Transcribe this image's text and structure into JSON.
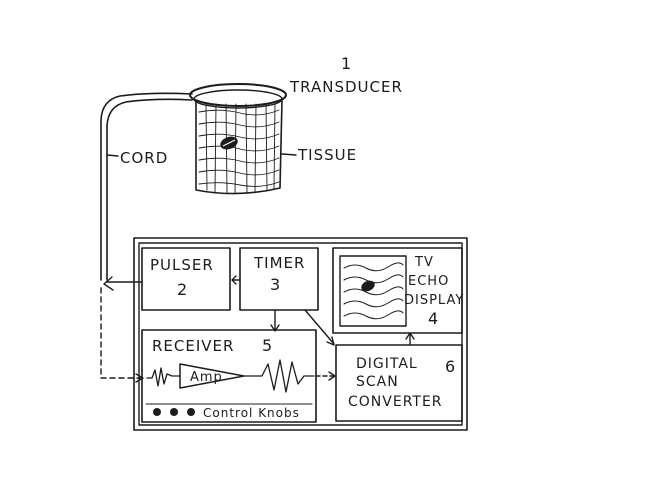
{
  "transducer": {
    "number": "1",
    "label": "TRANSDUCER"
  },
  "cord": {
    "label": "CORD"
  },
  "tissue": {
    "label": "TISSUE"
  },
  "pulser": {
    "label": "PULSER",
    "number": "2"
  },
  "timer": {
    "label": "TIMER",
    "number": "3"
  },
  "display": {
    "line1": "TV",
    "line2": "ECHO",
    "line3": "DISPLAY",
    "number": "4"
  },
  "receiver": {
    "label": "RECEIVER",
    "number": "5",
    "amp_label": "Amp",
    "knobs_label": "Control Knobs"
  },
  "converter": {
    "line1": "DIGITAL",
    "line2": "SCAN",
    "line3": "CONVERTER",
    "number": "6"
  }
}
